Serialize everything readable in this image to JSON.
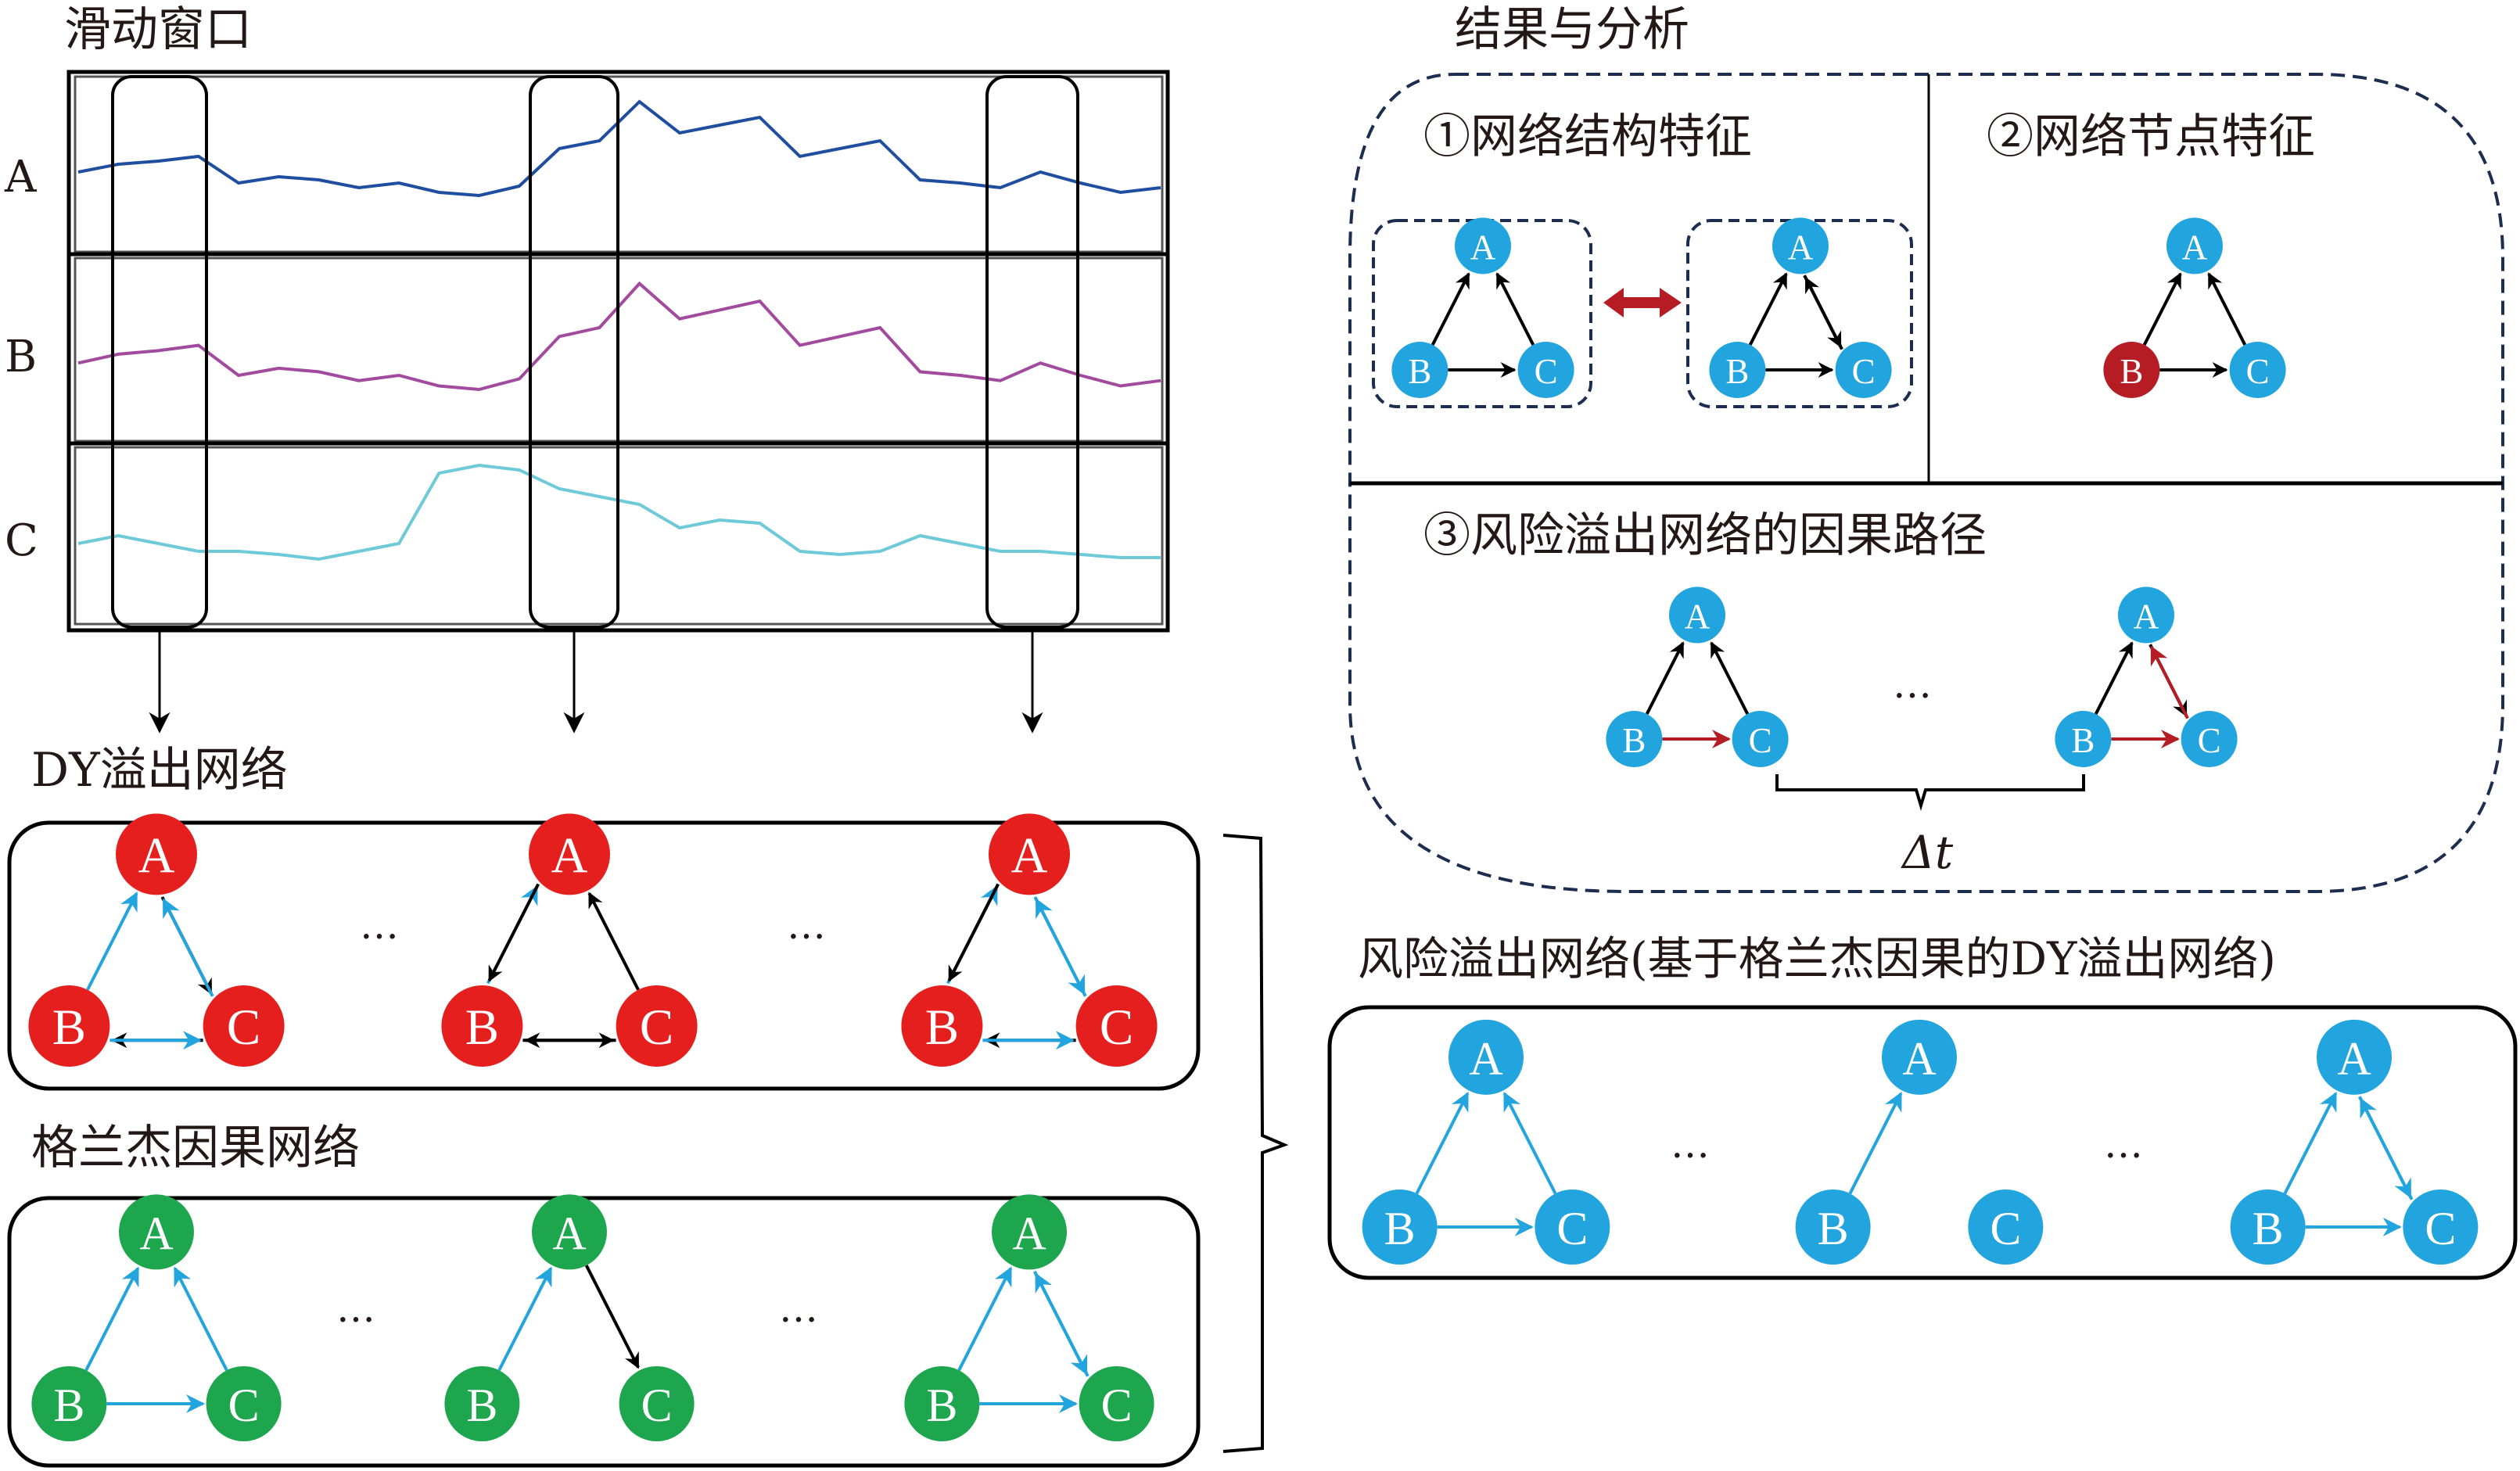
{
  "titles": {
    "sliding_window": "滑动窗口",
    "results": "结果与分析",
    "dy_network": "DY溢出网络",
    "granger_network": "格兰杰因果网络",
    "risk_network": "风险溢出网络(基于格兰杰因果的DY溢出网络)"
  },
  "series_labels": [
    "A",
    "B",
    "C"
  ],
  "colors": {
    "series_A": "#1f4ea0",
    "series_B": "#a24a9e",
    "series_C": "#6ec9d8",
    "dy_node": "#e51f1e",
    "granger_node": "#1da64d",
    "risk_node": "#22a4de",
    "highlight_node": "#b61c24",
    "blue_edge": "#22a4de",
    "black_edge": "#000000",
    "red_edge": "#b61c24",
    "dashed_border": "#1c2d4f"
  },
  "ellipsis": "…",
  "analysis": {
    "section1_title": "①网络结构特征",
    "section2_title": "②网络节点特征",
    "section3_title": "③风险溢出网络的因果路径",
    "delta_label": "Δt"
  },
  "networks": {
    "dy": [
      {
        "edges": [
          [
            "B",
            "A",
            "blue"
          ],
          [
            "A",
            "C",
            "black"
          ],
          [
            "C",
            "A",
            "blue"
          ],
          [
            "C",
            "B",
            "black"
          ],
          [
            "B",
            "C",
            "blue"
          ]
        ]
      },
      {
        "edges": [
          [
            "B",
            "A",
            "blue"
          ],
          [
            "A",
            "B",
            "black"
          ],
          [
            "C",
            "A",
            "black"
          ],
          [
            "C",
            "B",
            "black"
          ],
          [
            "B",
            "C",
            "black"
          ]
        ]
      },
      {
        "edges": [
          [
            "B",
            "A",
            "blue"
          ],
          [
            "A",
            "B",
            "black"
          ],
          [
            "A",
            "C",
            "blue"
          ],
          [
            "C",
            "A",
            "blue"
          ],
          [
            "C",
            "B",
            "black"
          ],
          [
            "B",
            "C",
            "blue"
          ]
        ]
      }
    ],
    "granger": [
      {
        "edges": [
          [
            "B",
            "A",
            "blue"
          ],
          [
            "C",
            "A",
            "blue"
          ],
          [
            "B",
            "C",
            "blue"
          ]
        ]
      },
      {
        "edges": [
          [
            "B",
            "A",
            "blue"
          ],
          [
            "A",
            "C",
            "black"
          ]
        ]
      },
      {
        "edges": [
          [
            "B",
            "A",
            "blue"
          ],
          [
            "A",
            "C",
            "blue"
          ],
          [
            "C",
            "A",
            "blue"
          ],
          [
            "B",
            "C",
            "blue"
          ]
        ]
      }
    ],
    "risk": [
      {
        "edges": [
          [
            "B",
            "A",
            "blue"
          ],
          [
            "C",
            "A",
            "blue"
          ],
          [
            "B",
            "C",
            "blue"
          ]
        ]
      },
      {
        "edges": [
          [
            "B",
            "A",
            "blue"
          ]
        ]
      },
      {
        "edges": [
          [
            "B",
            "A",
            "blue"
          ],
          [
            "A",
            "C",
            "blue"
          ],
          [
            "C",
            "A",
            "blue"
          ],
          [
            "B",
            "C",
            "blue"
          ]
        ]
      }
    ],
    "structure": [
      {
        "edges": [
          [
            "B",
            "A",
            "black"
          ],
          [
            "C",
            "A",
            "black"
          ],
          [
            "B",
            "C",
            "black"
          ]
        ]
      },
      {
        "edges": [
          [
            "B",
            "A",
            "black"
          ],
          [
            "A",
            "C",
            "black"
          ],
          [
            "C",
            "A",
            "black"
          ],
          [
            "B",
            "C",
            "black"
          ]
        ]
      }
    ],
    "node_feature": {
      "highlight": "B",
      "edges": [
        [
          "B",
          "A",
          "black"
        ],
        [
          "C",
          "A",
          "black"
        ],
        [
          "B",
          "C",
          "black"
        ]
      ]
    },
    "causal_path": [
      {
        "edges": [
          [
            "B",
            "A",
            "black"
          ],
          [
            "C",
            "A",
            "black"
          ],
          [
            "B",
            "C",
            "red"
          ]
        ]
      },
      {
        "edges": [
          [
            "B",
            "A",
            "black"
          ],
          [
            "A",
            "C",
            "black"
          ],
          [
            "C",
            "A",
            "red"
          ],
          [
            "B",
            "C",
            "red"
          ]
        ]
      }
    ]
  },
  "node_names": [
    "A",
    "B",
    "C"
  ]
}
